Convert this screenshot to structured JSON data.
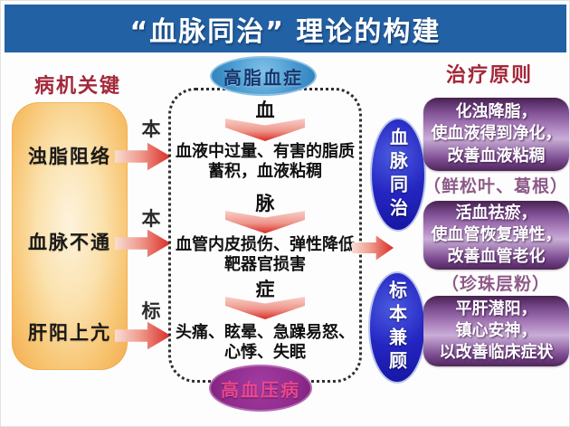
{
  "title": "“血脉同治” 理论的构建",
  "left": {
    "header": "病机关键",
    "items": [
      "浊脂阻络",
      "血脉不通",
      "肝阳上亢"
    ],
    "arrow_labels": [
      "本",
      "本",
      "标"
    ]
  },
  "middle": {
    "top_ellipse": "高脂血症",
    "stages": [
      {
        "label": "血",
        "desc": "血液中过量、有害的脂质蓄积，血液粘稠"
      },
      {
        "label": "脉",
        "desc": "血管内皮损伤、弹性降低靶器官损害"
      },
      {
        "label": "症",
        "desc": "头痛、眩晕、急躁易怒、心悸、失眠"
      }
    ],
    "bottom_ellipse": "高血压病"
  },
  "right": {
    "header": "治疗原则",
    "ellipses": [
      "血脉同治",
      "标本兼顾"
    ],
    "treatments": [
      {
        "lines": [
          "化浊降脂，",
          "使血液得到净化，",
          "改善血液粘稠"
        ]
      },
      {
        "lines": [
          "活血祛瘀，",
          "使血管恢复弹性，",
          "改善血管老化"
        ]
      },
      {
        "lines": [
          "平肝潜阳，",
          "镇心安神，",
          "以改善临床症状"
        ]
      }
    ],
    "annotations": [
      "（鲜松叶、葛根）",
      "（珍珠层粉）"
    ]
  },
  "colors": {
    "banner_blue": "#2361a5",
    "header_red": "#a3283a",
    "left_box_orange": "#f2ab52",
    "arrow_red": "#d92b25",
    "top_ellipse_blue": "#4596ce",
    "bottom_ellipse_purple": "#8e2b8c",
    "right_ellipse_blue": "#1c1cb4",
    "treatment_purple": "#7c4c91",
    "annotation_purple": "#8d5a88"
  }
}
